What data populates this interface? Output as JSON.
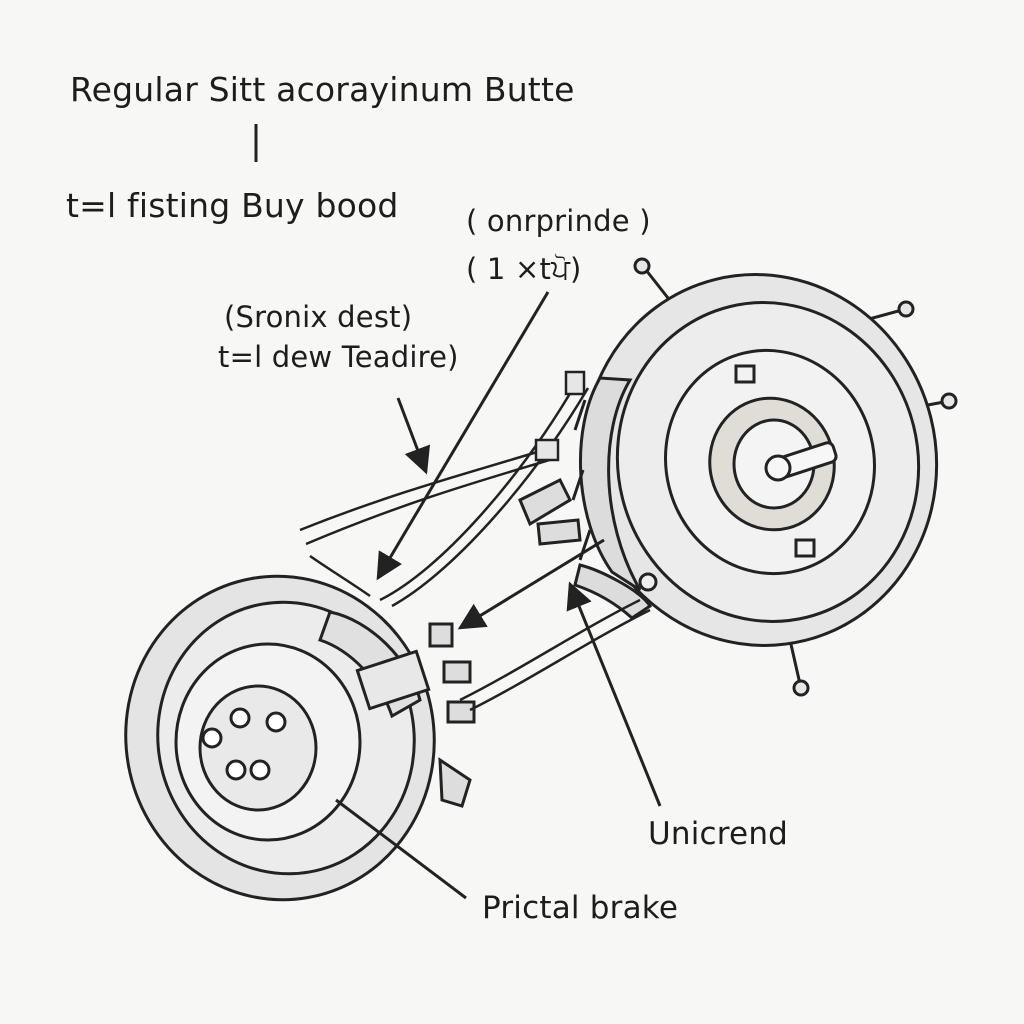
{
  "diagram": {
    "title": "Regular Sitt acorayinum Butte",
    "subtitle": "t=l fisting Buy bood",
    "callouts": {
      "top_center_line1": "( onrprinde )",
      "top_center_line2": "( 1 ×tਪੋ)",
      "left_line1": "(Sronix dest)",
      "left_line2": "t=l dew Teadire)",
      "right_bottom": "Unicrend",
      "bottom": "Prictal brake"
    },
    "colors": {
      "ink": "#222222",
      "disc_fill": "#e6e6e6",
      "hub_fill": "#efefef",
      "background": "#f7f7f5"
    },
    "icons": [
      "front-brake-drum-icon",
      "rear-brake-disc-icon",
      "brake-cable-icon",
      "leader-arrow-icon"
    ]
  }
}
